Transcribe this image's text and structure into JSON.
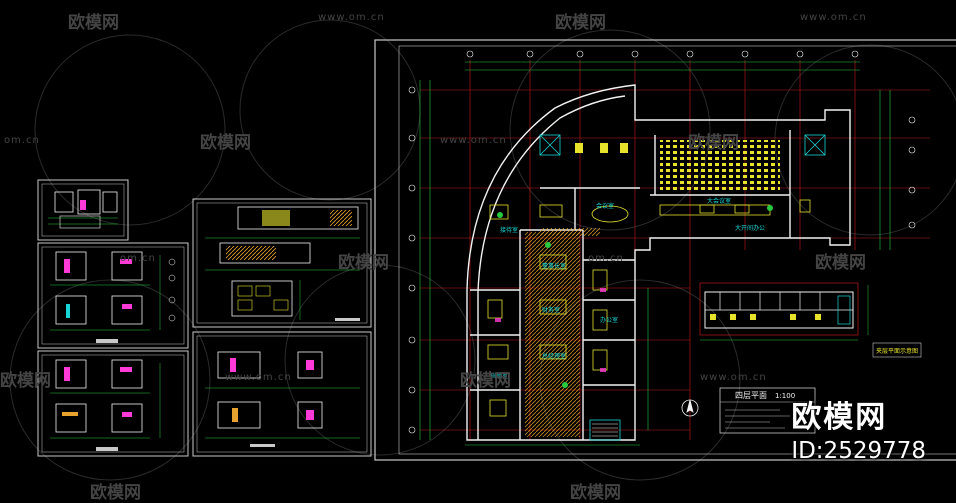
{
  "watermark": {
    "logo_text": "欧模网",
    "url_text": "www.om.cn",
    "url_short": "om.cn"
  },
  "brand": {
    "name": "欧模网",
    "id_text": "ID:2529778"
  },
  "drawing": {
    "plan_title": "四层平面",
    "plan_scale": "1:100",
    "sub_plan_label": "夹层平面示意图",
    "rooms": [
      "大会议室",
      "会议室",
      "董事长室",
      "财务室",
      "总经理室",
      "办公室",
      "大开间办公",
      "接待室",
      "档案室"
    ]
  },
  "colors": {
    "background": "#000000",
    "frame": "#c9c9c9",
    "wall": "#f2f2f2",
    "axis": "#d91e1e",
    "dimension": "#27c93f",
    "cyan": "#18d6d6",
    "furniture": "#e7e32d",
    "magenta": "#ff3ad6",
    "watermark": "#444444"
  }
}
